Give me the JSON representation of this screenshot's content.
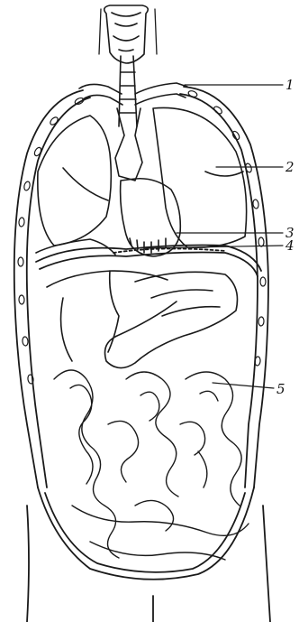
{
  "diagram": {
    "labels": [
      {
        "id": "label-1",
        "text": "1"
      },
      {
        "id": "label-2",
        "text": "2"
      },
      {
        "id": "label-3",
        "text": "3"
      },
      {
        "id": "label-4",
        "text": "4"
      },
      {
        "id": "label-5",
        "text": "5"
      }
    ]
  },
  "colors": {
    "ink": "#1a1a1a",
    "background": "#ffffff"
  }
}
